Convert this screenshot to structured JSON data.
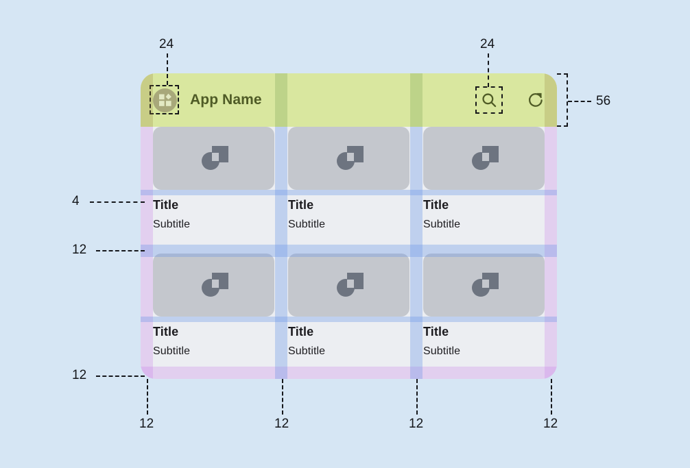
{
  "page": {
    "title": "Material grid spacing spec",
    "background_color": "#d6e6f4"
  },
  "app_frame": {
    "background_color": "#eceef2",
    "corner_radius": 22
  },
  "appbar": {
    "height_label": "56",
    "background_color": "#d9e79f",
    "title": "App Name",
    "title_color": "#4f5b26",
    "menu_icon": "widgets-icon",
    "menu_icon_background": "#a8a87a",
    "actions": [
      {
        "name": "search-icon",
        "label": "Search"
      },
      {
        "name": "refresh-icon",
        "label": "Refresh"
      }
    ]
  },
  "grid": {
    "columns": 3,
    "rows": 2,
    "gutter_label": "12",
    "row_gap_label": "12",
    "outer_padding_label": "12",
    "media_text_gap_label": "4",
    "gutter_color": "#6a96e8",
    "padding_color": "#c478e6",
    "cards": [
      {
        "title": "Title",
        "subtitle": "Subtitle",
        "media": "image-placeholder-icon"
      },
      {
        "title": "Title",
        "subtitle": "Subtitle",
        "media": "image-placeholder-icon"
      },
      {
        "title": "Title",
        "subtitle": "Subtitle",
        "media": "image-placeholder-icon"
      },
      {
        "title": "Title",
        "subtitle": "Subtitle",
        "media": "image-placeholder-icon"
      },
      {
        "title": "Title",
        "subtitle": "Subtitle",
        "media": "image-placeholder-icon"
      },
      {
        "title": "Title",
        "subtitle": "Subtitle",
        "media": "image-placeholder-icon"
      }
    ]
  },
  "annotations": {
    "top": [
      {
        "value": "24",
        "target": "menu-icon-touch-target"
      },
      {
        "value": "24",
        "target": "search-icon-touch-target"
      }
    ],
    "right": [
      {
        "value": "56",
        "target": "appbar-height"
      }
    ],
    "left": [
      {
        "value": "4",
        "target": "media-to-title-gap"
      },
      {
        "value": "12",
        "target": "row-gap"
      },
      {
        "value": "12",
        "target": "bottom-padding"
      }
    ],
    "bottom": [
      {
        "value": "12",
        "target": "left-padding"
      },
      {
        "value": "12",
        "target": "gutter-1"
      },
      {
        "value": "12",
        "target": "gutter-2"
      },
      {
        "value": "12",
        "target": "right-padding"
      }
    ]
  }
}
